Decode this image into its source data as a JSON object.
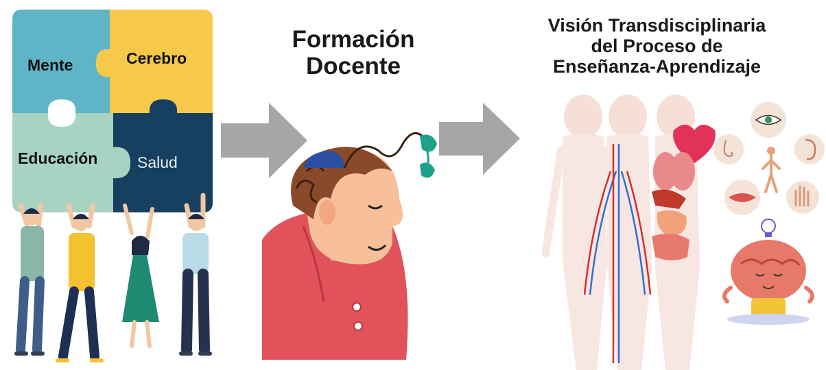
{
  "puzzle": {
    "pieces": [
      {
        "label": "Mente",
        "color": "#5fb4c6"
      },
      {
        "label": "Cerebro",
        "color": "#f6c94a"
      },
      {
        "label": "Educación",
        "color": "#a8d3c3"
      },
      {
        "label": "Salud",
        "color": "#173f5f"
      }
    ],
    "label_colors": {
      "dark": "#111111",
      "light": "#e8eef2"
    }
  },
  "arrows": {
    "color": "#a6a6a6"
  },
  "center": {
    "title_line1": "Formación",
    "title_line2": "Docente"
  },
  "right": {
    "title_line1": "Visión Transdisciplinaria",
    "title_line2": "del Proceso de",
    "title_line3": "Enseñanza-Aprendizaje"
  },
  "icons": [
    "people-holding-puzzle-illustration",
    "thinking-teacher-head-icon",
    "human-anatomy-illustration",
    "heart-icon",
    "eye-icon",
    "nose-icon",
    "ear-icon",
    "mouth-icon",
    "hand-icon",
    "body-figure-icon",
    "lightbulb-icon",
    "meditating-brain-icon"
  ]
}
